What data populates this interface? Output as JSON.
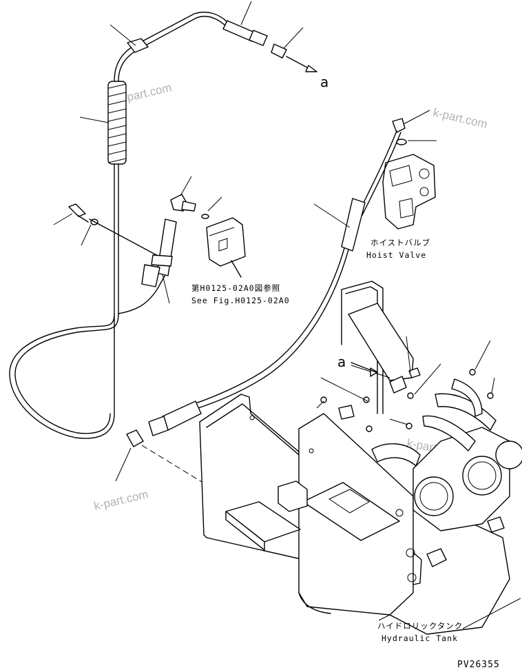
{
  "labels": {
    "hoist_valve_jp": "ホイストバルブ",
    "hoist_valve_en": "Hoist Valve",
    "ref_jp": "第H0125-02A0図参照",
    "ref_en": "See Fig.H0125-02A0",
    "tank_jp": "ハイドロリックタンク",
    "tank_en": "Hydraulic Tank",
    "connector_top": "a",
    "connector_bottom": "a",
    "drawing_number": "PV26355"
  },
  "watermarks": [
    "k-part.com",
    "k-part.com",
    "k-part.com",
    "k-part.com"
  ],
  "colors": {
    "line": "#000000",
    "watermark": "#b3b3b3",
    "background": "#ffffff"
  }
}
